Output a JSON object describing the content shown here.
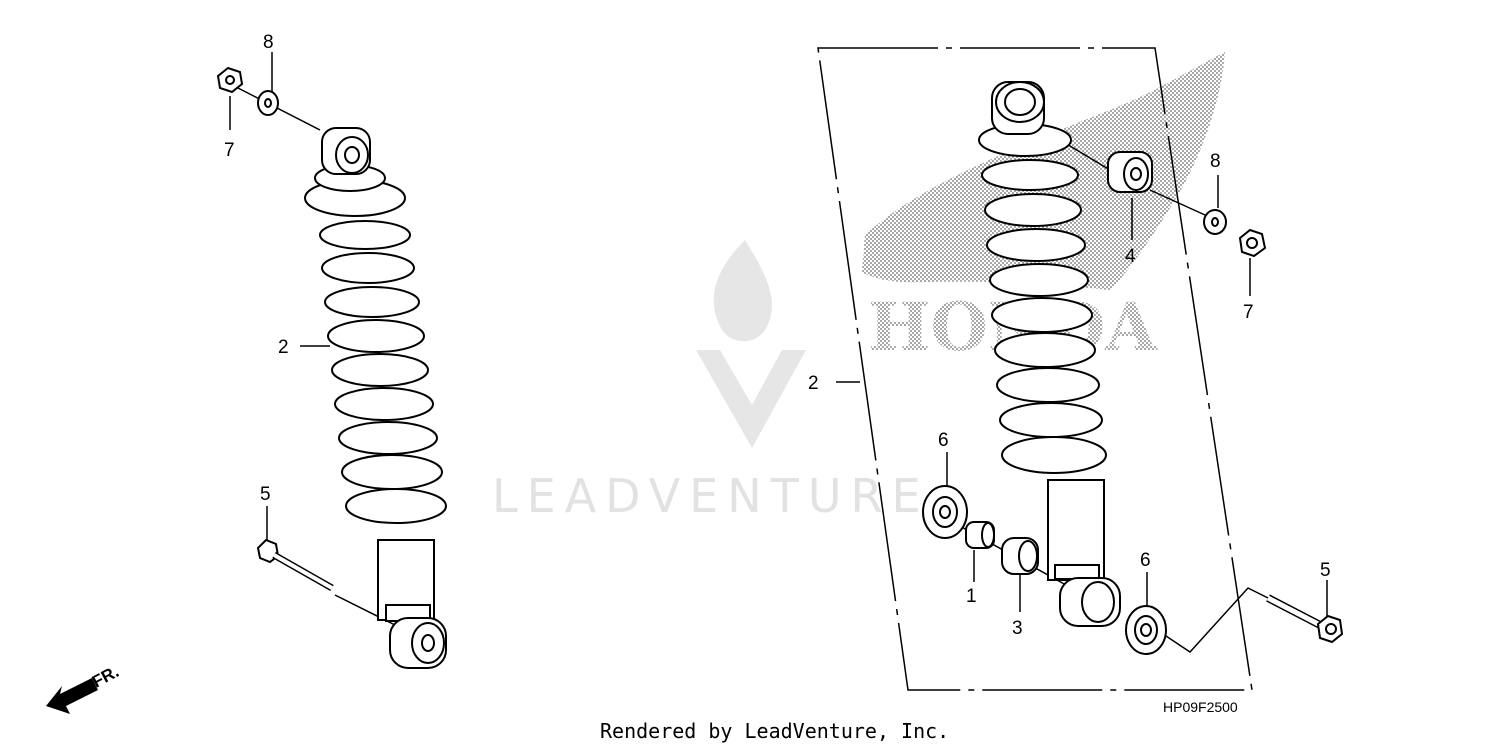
{
  "diagram_code": "HP09F2500",
  "footer_text": "Rendered by LeadVenture, Inc.",
  "watermark_text": "LEADVENTURE",
  "logo_text": "HONDA",
  "direction_label": "FR.",
  "left_assembly": {
    "callouts": [
      "8",
      "7",
      "2",
      "5"
    ]
  },
  "right_assembly": {
    "callouts": [
      "8",
      "4",
      "7",
      "2",
      "6",
      "1",
      "3",
      "6",
      "5"
    ]
  }
}
